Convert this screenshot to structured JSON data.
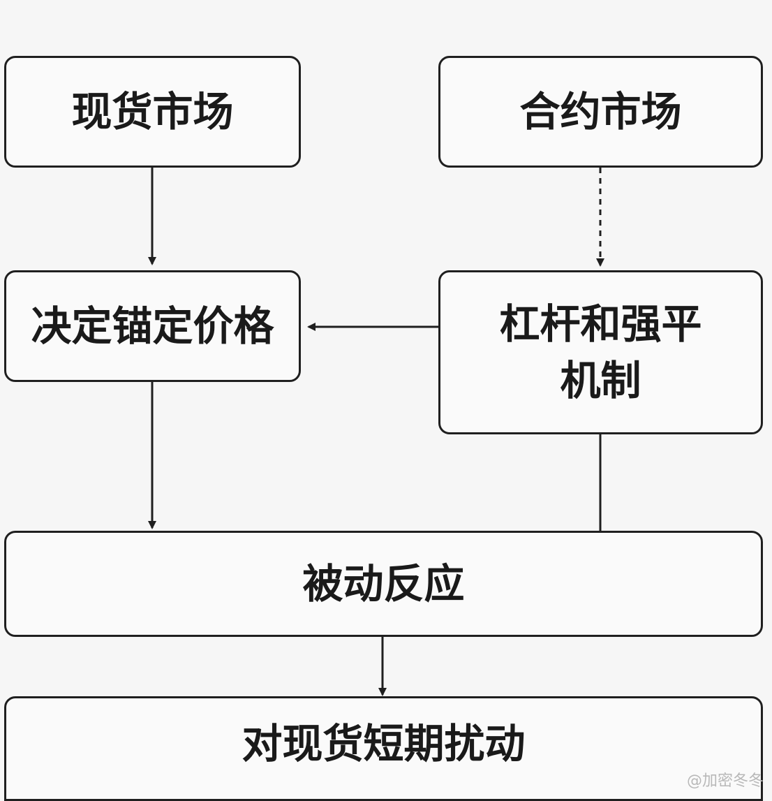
{
  "nodes": {
    "spot_market": "现货市场",
    "contract_market": "合约市场",
    "anchor_price": "决定锚定价格",
    "leverage_line1": "杠杆和强平",
    "leverage_line2": "机制",
    "passive_reaction": "被动反应",
    "short_term_disturbance": "对现货短期扰动"
  },
  "watermark": "@加密冬冬",
  "colors": {
    "stroke": "#1f1f1f",
    "box_fill": "#fafafa",
    "background": "#f6f6f6"
  }
}
